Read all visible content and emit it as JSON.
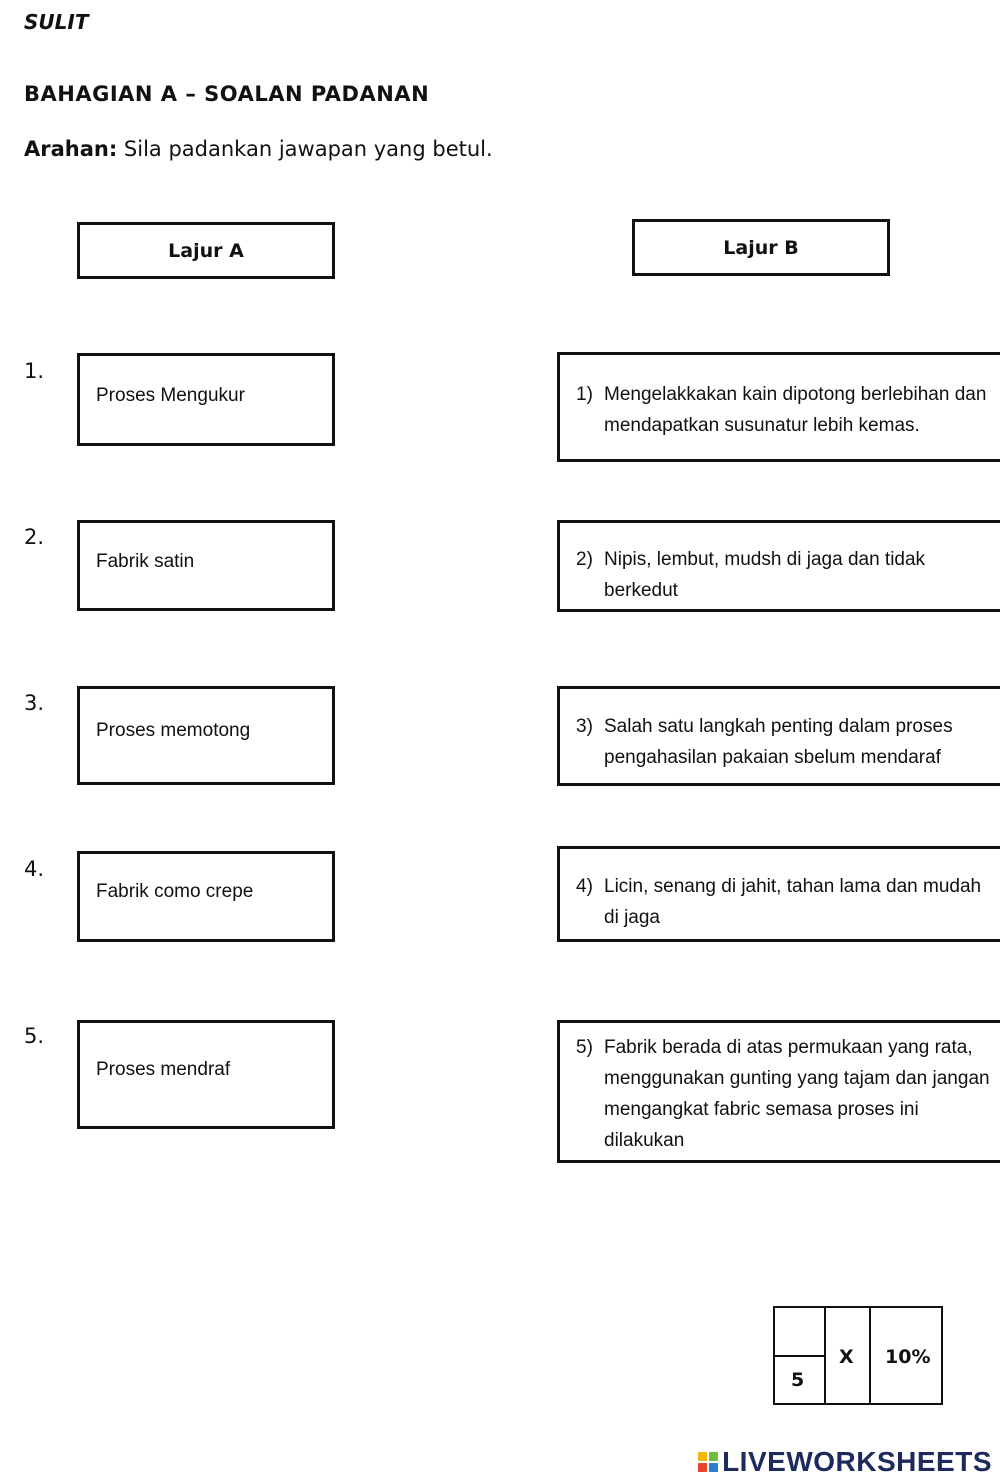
{
  "header": {
    "sulit": "SULIT",
    "section_title": "BAHAGIAN A – SOALAN PADANAN",
    "instruction_label": "Arahan:",
    "instruction_text": " Sila padankan jawapan yang betul."
  },
  "columns": {
    "a_title": "Lajur A",
    "b_title": "Lajur B"
  },
  "questions": [
    {
      "num": "1.",
      "a": "Proses Mengukur",
      "b_num": "1)",
      "b": "Mengelakkakan kain dipotong berlebihan dan mendapatkan susunatur lebih kemas."
    },
    {
      "num": "2.",
      "a": "Fabrik satin",
      "b_num": "2)",
      "b": "Nipis, lembut, mudsh di jaga dan tidak berkedut"
    },
    {
      "num": "3.",
      "a": "Proses memotong",
      "b_num": "3)",
      "b": "Salah satu langkah penting dalam proses pengahasilan pakaian sbelum mendaraf"
    },
    {
      "num": "4.",
      "a": "Fabrik como crepe",
      "b_num": "4)",
      "b": "Licin, senang di jahit, tahan lama dan mudah di jaga"
    },
    {
      "num": "5.",
      "a": "Proses mendraf",
      "b_num": "5)",
      "b": "Fabrik berada di atas permukaan yang rata, menggunakan gunting yang tajam dan jangan mengangkat fabric semasa proses ini dilakukan"
    }
  ],
  "score": {
    "denominator": "5",
    "times": "X",
    "percent": "10%"
  },
  "brand": {
    "name": "LIVEWORKSHEETS",
    "colors": [
      "#f5b800",
      "#6fbf3f",
      "#e8412c",
      "#2b7fd1"
    ]
  }
}
